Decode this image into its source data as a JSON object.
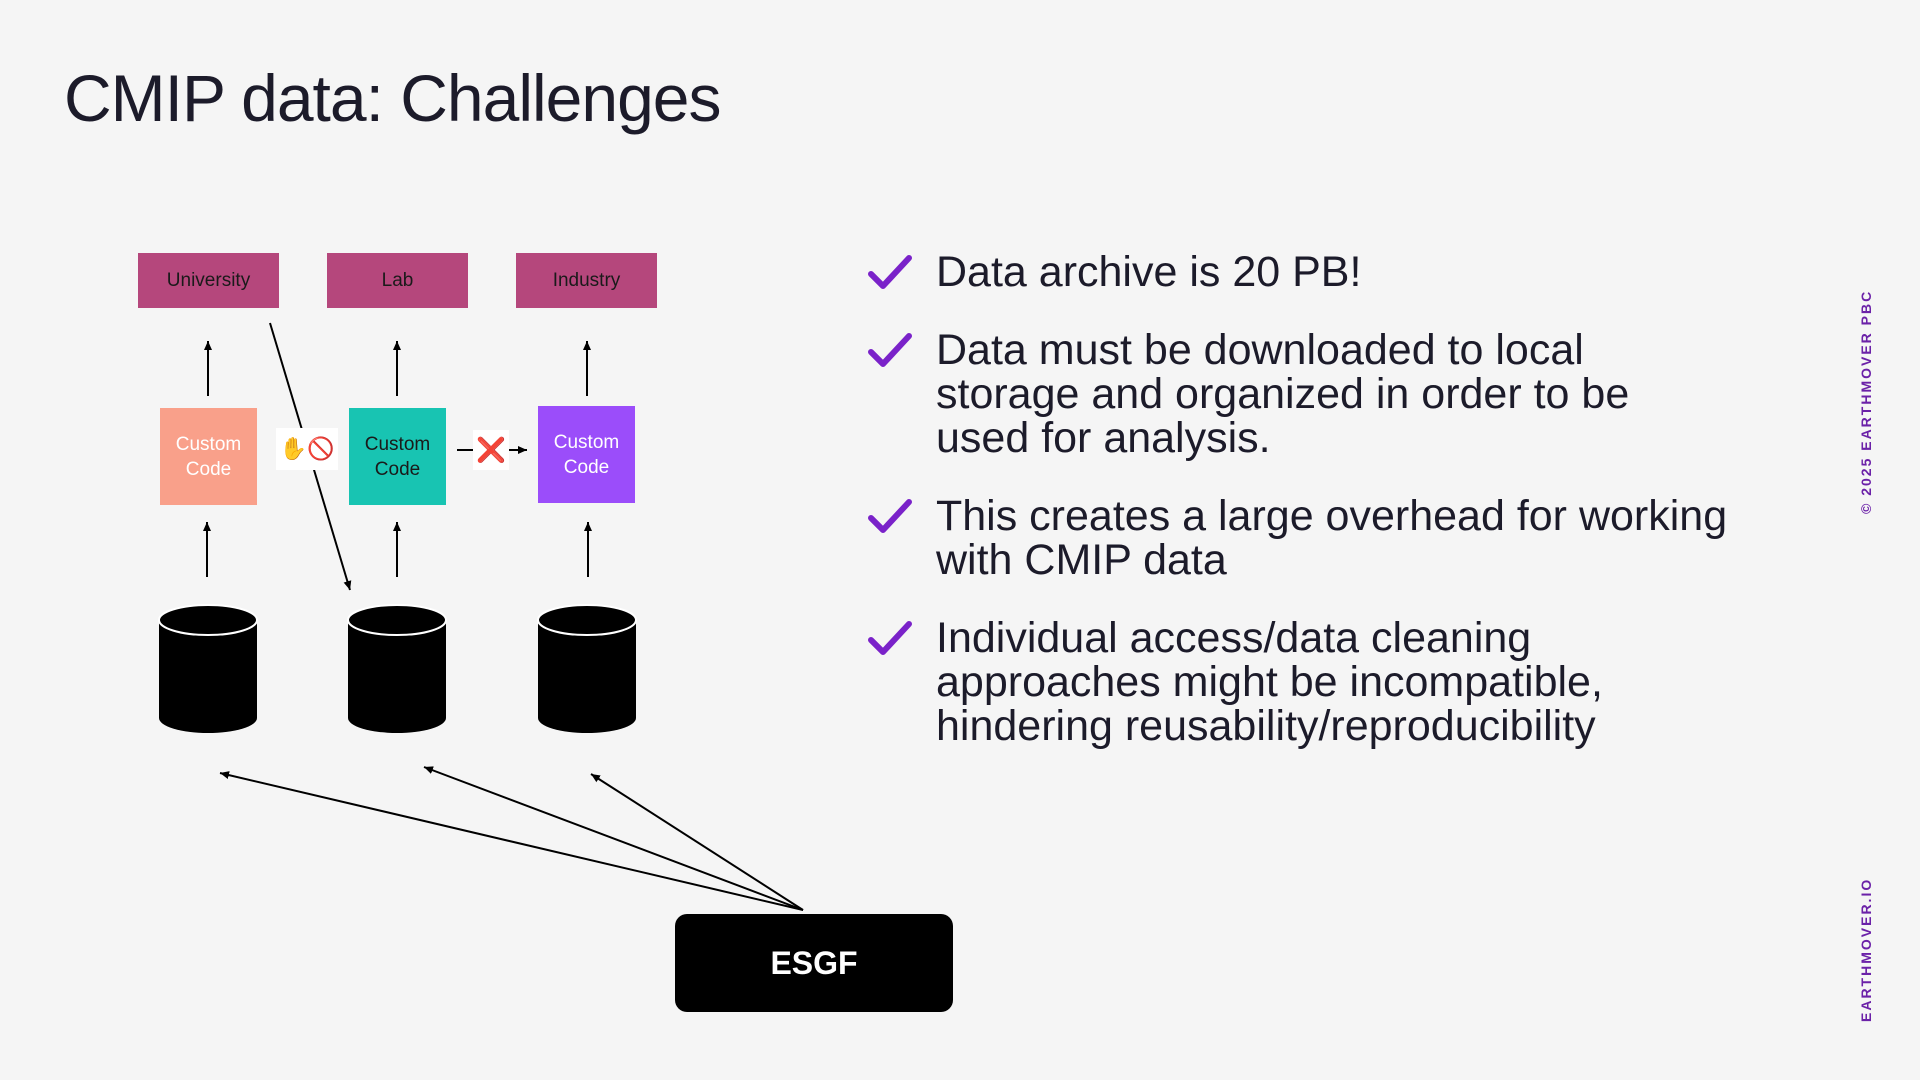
{
  "slide": {
    "title": "CMIP data: Challenges"
  },
  "diagram": {
    "users": [
      {
        "label": "University"
      },
      {
        "label": "Lab"
      },
      {
        "label": "Industry"
      }
    ],
    "code_boxes": [
      {
        "label": "Custom\nCode",
        "color": "#f9a08a",
        "text_color": "#ffffff"
      },
      {
        "label": "Custom\nCode",
        "color": "#18c4b2",
        "text_color": "#1a1a1a"
      },
      {
        "label": "Custom\nCode",
        "color": "#9b4dfa",
        "text_color": "#ffffff"
      }
    ],
    "blocked_marker": "✋🚫",
    "incompatible_marker": "❌",
    "source": "ESGF"
  },
  "bullets": [
    {
      "text": "Data archive is 20 PB!"
    },
    {
      "text": "Data must be downloaded to local storage and organized in order to be used for analysis."
    },
    {
      "text": "This creates a large overhead for working with CMIP data"
    },
    {
      "text": "Individual access/data cleaning approaches might be incompatible, hindering reusability/reproducibility"
    }
  ],
  "colors": {
    "accent": "#6b21a8",
    "check": "#7a22c9"
  },
  "sidebar": {
    "copyright": "© 2025 EARTHMOVER PBC",
    "website": "EARTHMOVER.IO"
  }
}
